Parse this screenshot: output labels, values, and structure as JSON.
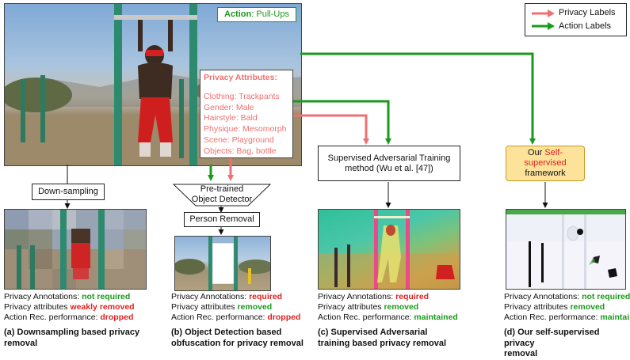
{
  "main_image": {
    "action_prefix": "Action",
    "action_value": ": Pull-Ups",
    "privacy_title": "Privacy Attributes:",
    "privacy_items": [
      "Clothing: Trackpants",
      "Gender: Male",
      "Hairstyle: Bald",
      "Physique: Mesomorph",
      "Scene: Playground",
      "Objects: Bag, bottle"
    ]
  },
  "legend": {
    "privacy_label": "Privacy Labels",
    "action_label": "Action Labels",
    "privacy_color": "#ef7070",
    "action_color": "#1a9a1a"
  },
  "methods": [
    {
      "boxes": [
        "Down-sampling"
      ],
      "annotations_label": "Privacy Annotations: ",
      "annotations_value": "not required",
      "attributes_label": "Privacy attributes ",
      "attributes_value": "weakly removed",
      "performance_label": "Action Rec. performance: ",
      "performance_value": "dropped",
      "caption_line1": "(a) Downsampling based privacy",
      "caption_line2": "removal"
    },
    {
      "boxes": [
        "Pre-trained Object Detector",
        "Person Removal"
      ],
      "annotations_label": "Privacy Annotations: ",
      "annotations_value": "required",
      "attributes_label": "Privacy attributes ",
      "attributes_value": "removed",
      "performance_label": "Action Rec. performance: ",
      "performance_value": "dropped",
      "caption_line1": "(b) Object Detection based",
      "caption_line2": "obfuscation for privacy removal"
    },
    {
      "boxes": [
        "Supervised Adversarial Training method (Wu et al. [47])"
      ],
      "annotations_label": "Privacy Annotations: ",
      "annotations_value": "required",
      "attributes_label": "Privacy attributes ",
      "attributes_value": "removed",
      "performance_label": "Action Rec. performance: ",
      "performance_value": "maintained",
      "caption_line1": "(c) Supervised Adversarial",
      "caption_line2": "training based privacy removal"
    },
    {
      "boxes": [
        "Our ",
        "Self-supervised",
        " framework"
      ],
      "annotations_label": "Privacy Annotations: ",
      "annotations_value": "not required",
      "attributes_label": "Privacy attributes ",
      "attributes_value": "removed",
      "performance_label": "Action Rec. performance: ",
      "performance_value": "maintained",
      "caption_line1": "(d) Our self-supervised privacy",
      "caption_line2": "removal"
    }
  ],
  "colors": {
    "framework_fill": "#fde39a",
    "framework_border": "#c89a20",
    "status_red": "#e02020",
    "status_green": "#1a9a1a"
  }
}
